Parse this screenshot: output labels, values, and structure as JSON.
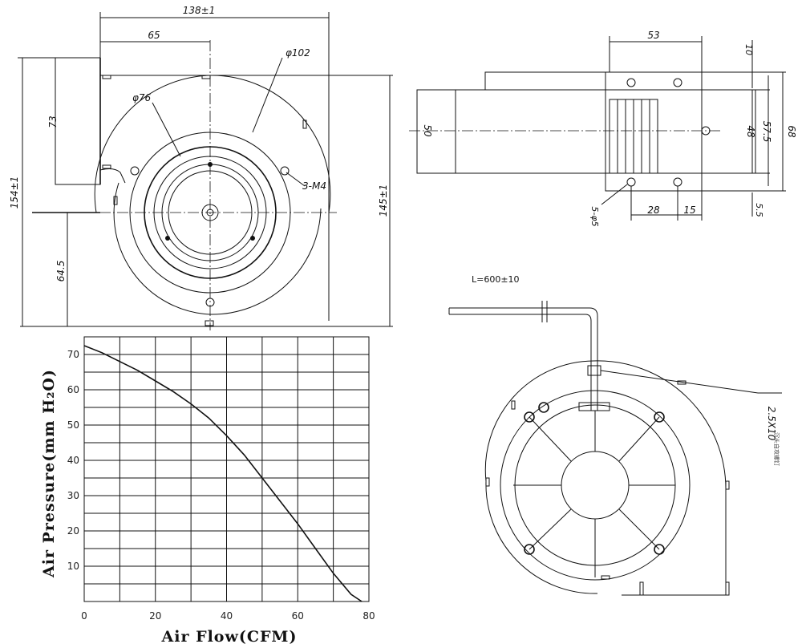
{
  "front_view": {
    "dims": {
      "width": "138±1",
      "offset": "65",
      "outer_dia": "φ102",
      "inner_dia": "φ76",
      "screws": "3-M4",
      "box_height": "73",
      "total_height": "154±1",
      "right_height": "145±1",
      "center_height": "64.5"
    }
  },
  "side_view": {
    "dims": {
      "top_width": "53",
      "top_gap": "10",
      "height_50": "50",
      "height_48": "48",
      "height_57": "57.5",
      "height_68": "68",
      "bottom_gap": "5.5",
      "spacing_28": "28",
      "spacing_15": "15",
      "holes": "5-φ5"
    }
  },
  "rear_view": {
    "cable_length": "L=600±10",
    "callout": "2.5X10",
    "callout_note": "沉头自攻螺钉"
  },
  "chart_data": {
    "type": "line",
    "xlabel": "Air Flow(CFM)",
    "ylabel": "Air Pressure(mm H₂O)",
    "xlim": [
      0,
      80
    ],
    "ylim": [
      0,
      75
    ],
    "x_ticks": [
      "0",
      "20",
      "40",
      "60",
      "80"
    ],
    "y_ticks": [
      "10",
      "20",
      "30",
      "40",
      "50",
      "60",
      "70"
    ],
    "grid": true,
    "series": [
      {
        "x": [
          0,
          5,
          10,
          15,
          20,
          25,
          30,
          35,
          40,
          45,
          50,
          55,
          60,
          65,
          70,
          75,
          78
        ],
        "values": [
          72.5,
          70.5,
          68,
          65.5,
          62.5,
          59.5,
          56,
          52,
          47,
          41.5,
          35,
          28.5,
          22,
          15,
          8,
          2,
          0
        ]
      }
    ]
  }
}
